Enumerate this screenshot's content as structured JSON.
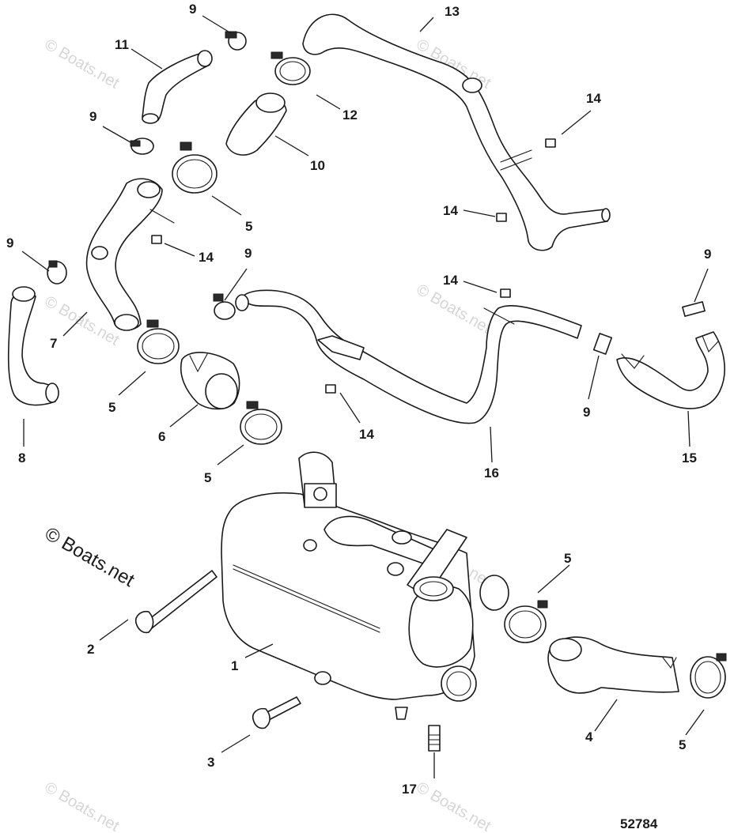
{
  "diagram": {
    "reference_number": "52784",
    "watermark": "© Boats.net",
    "callouts": [
      "1",
      "2",
      "3",
      "4",
      "5",
      "5",
      "5",
      "5",
      "5",
      "6",
      "7",
      "8",
      "9",
      "9",
      "9",
      "9",
      "9",
      "10",
      "11",
      "12",
      "13",
      "14",
      "14",
      "14",
      "14",
      "14",
      "15",
      "16",
      "17"
    ]
  }
}
